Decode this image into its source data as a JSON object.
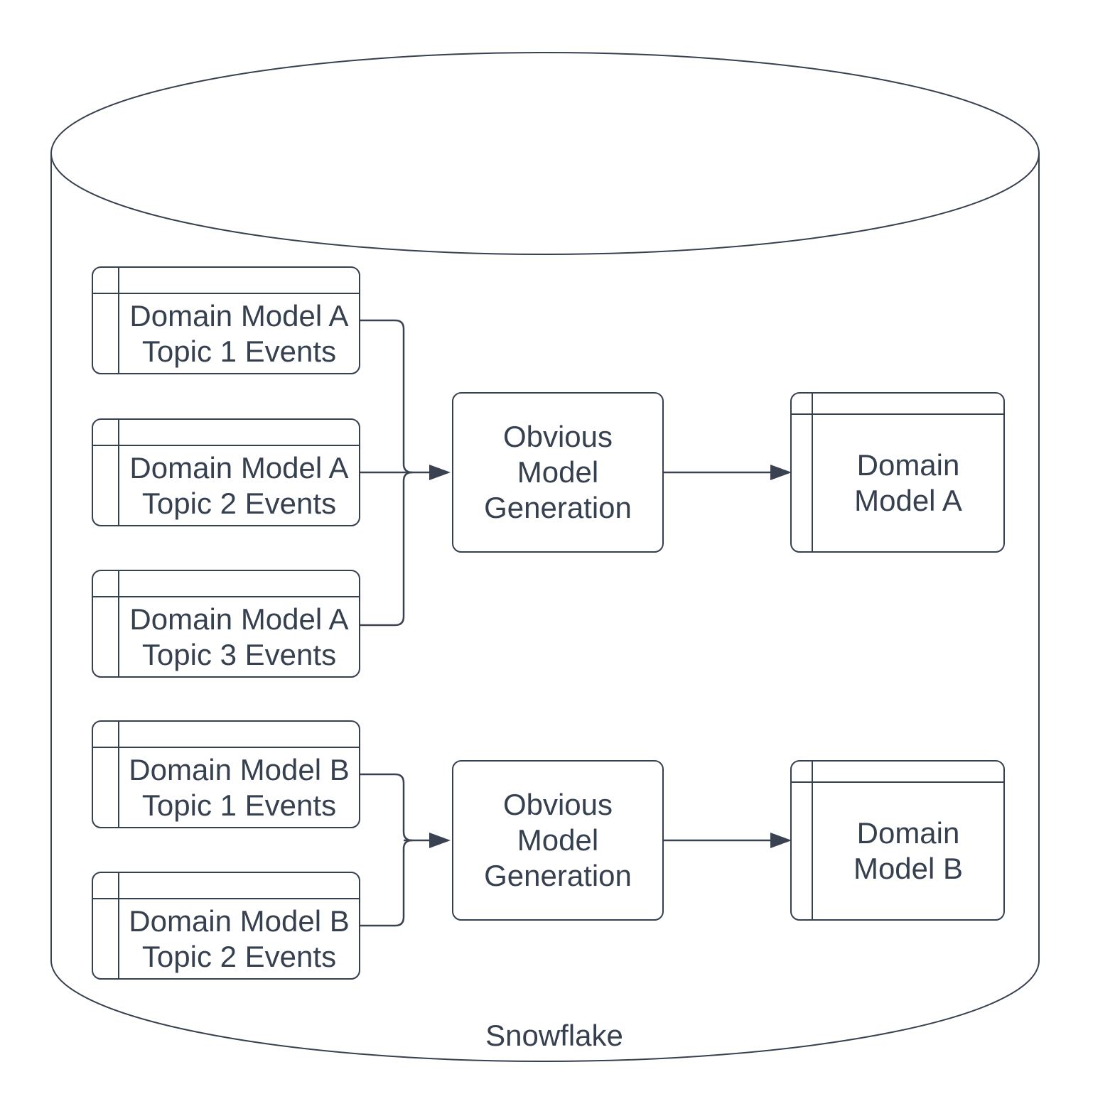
{
  "colors": {
    "stroke": "#36404f",
    "text": "#36404f",
    "background": "#ffffff"
  },
  "cylinder": {
    "label": "Snowflake"
  },
  "group_a": {
    "source_tables": [
      {
        "label": "Domain Model A\nTopic 1 Events"
      },
      {
        "label": "Domain Model A\nTopic 2 Events"
      },
      {
        "label": "Domain Model A\nTopic 3 Events"
      }
    ],
    "process": {
      "label": "Obvious\nModel\nGeneration"
    },
    "output_table": {
      "label": "Domain\nModel A"
    }
  },
  "group_b": {
    "source_tables": [
      {
        "label": "Domain Model B\nTopic 1 Events"
      },
      {
        "label": "Domain Model B\nTopic 2 Events"
      }
    ],
    "process": {
      "label": "Obvious\nModel\nGeneration"
    },
    "output_table": {
      "label": "Domain\nModel B"
    }
  }
}
